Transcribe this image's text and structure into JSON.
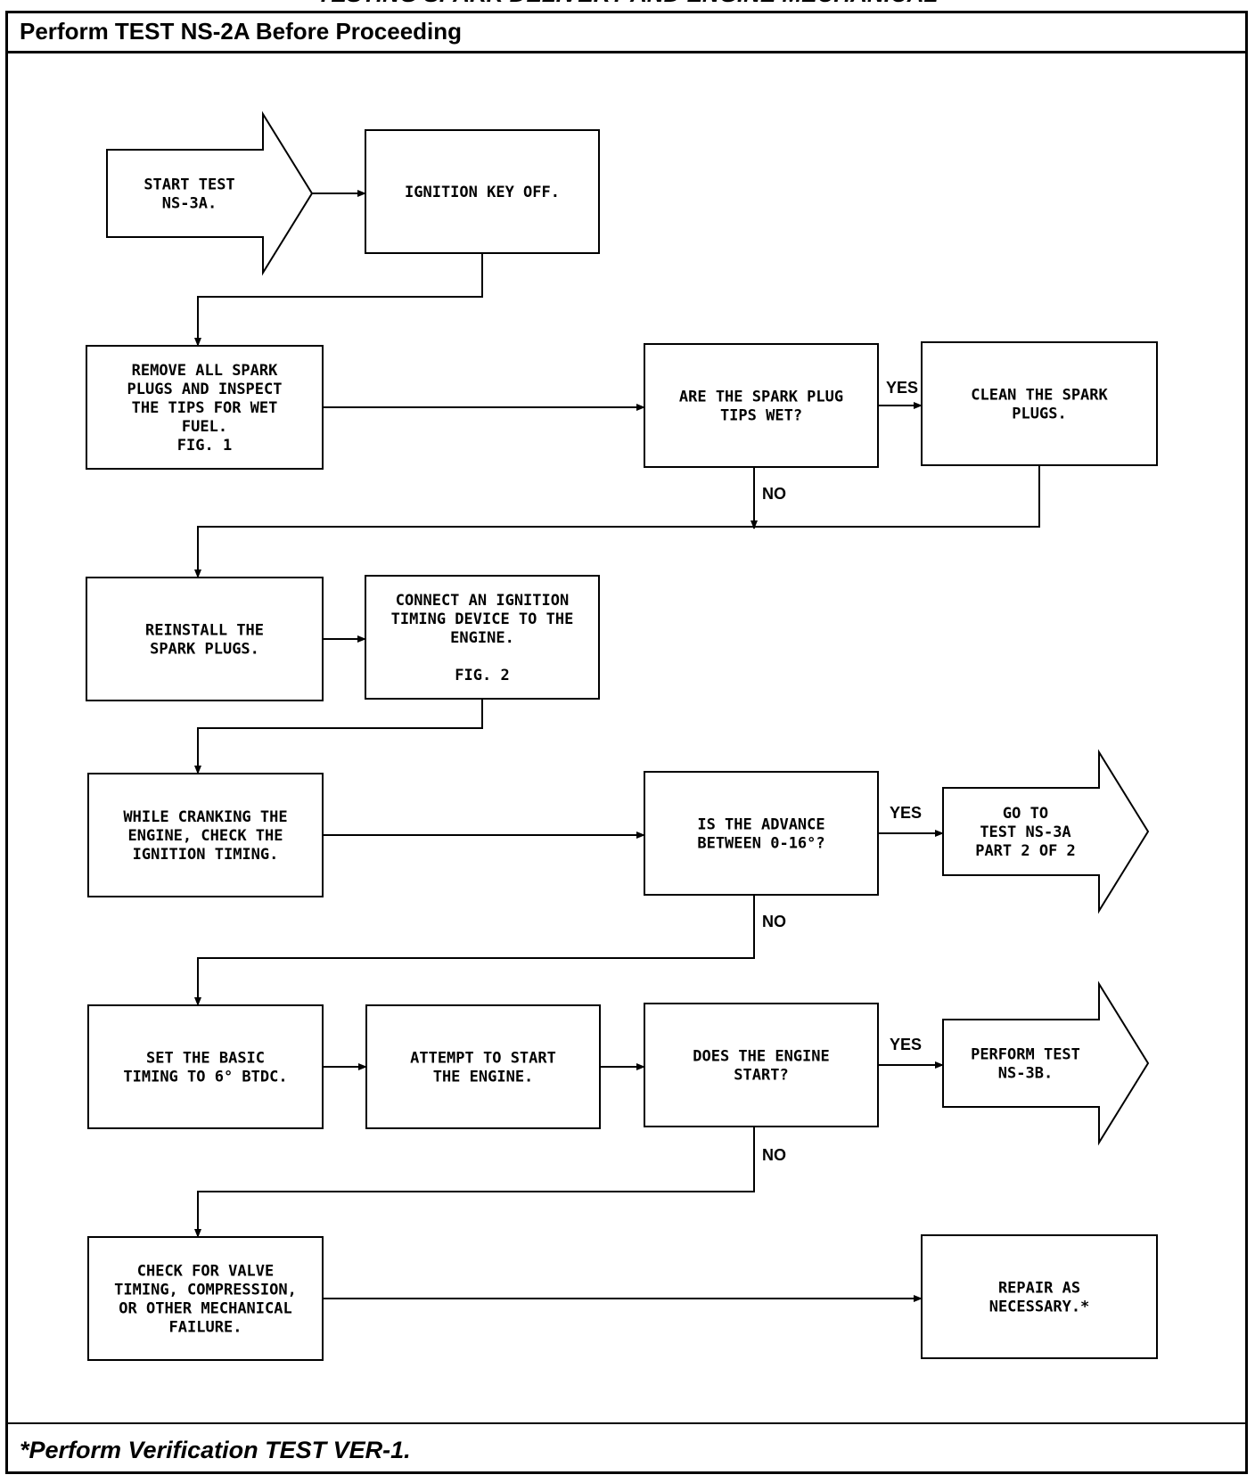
{
  "page": {
    "title": "TESTING SPARK DELIVERY AND ENGINE MECHANICAL",
    "header": "Perform TEST NS-2A Before Proceeding",
    "footer": "*Perform Verification TEST VER-1."
  },
  "flowchart": {
    "nodes": [
      {
        "id": "start",
        "shape": "arrow",
        "lines": [
          "START TEST",
          "NS-3A."
        ]
      },
      {
        "id": "ign_off",
        "shape": "rect",
        "lines": [
          "IGNITION KEY OFF."
        ]
      },
      {
        "id": "remove_plugs",
        "shape": "rect",
        "lines": [
          "REMOVE ALL SPARK",
          "PLUGS AND INSPECT",
          "THE TIPS FOR WET",
          "FUEL.",
          "FIG. 1"
        ]
      },
      {
        "id": "tips_wet",
        "shape": "rect",
        "lines": [
          "ARE THE SPARK PLUG",
          "TIPS WET?"
        ]
      },
      {
        "id": "clean_plugs",
        "shape": "rect",
        "lines": [
          "CLEAN THE SPARK",
          "PLUGS."
        ]
      },
      {
        "id": "reinstall",
        "shape": "rect",
        "lines": [
          "REINSTALL THE",
          "SPARK PLUGS."
        ]
      },
      {
        "id": "connect_timing",
        "shape": "rect",
        "lines": [
          "CONNECT AN IGNITION",
          "TIMING DEVICE TO THE",
          "ENGINE.",
          "",
          "FIG. 2"
        ]
      },
      {
        "id": "cranking_check",
        "shape": "rect",
        "lines": [
          "WHILE CRANKING THE",
          "ENGINE, CHECK THE",
          "IGNITION TIMING."
        ]
      },
      {
        "id": "advance_q",
        "shape": "rect",
        "lines": [
          "IS THE ADVANCE",
          "BETWEEN 0-16°?"
        ]
      },
      {
        "id": "goto_part2",
        "shape": "arrow",
        "lines": [
          "GO TO",
          "TEST NS-3A",
          "PART 2 OF 2"
        ]
      },
      {
        "id": "set_timing",
        "shape": "rect",
        "lines": [
          "SET THE BASIC",
          "TIMING TO 6° BTDC."
        ]
      },
      {
        "id": "attempt_start",
        "shape": "rect",
        "lines": [
          "ATTEMPT TO START",
          "THE ENGINE."
        ]
      },
      {
        "id": "engine_start_q",
        "shape": "rect",
        "lines": [
          "DOES THE ENGINE",
          "START?"
        ]
      },
      {
        "id": "perform_3b",
        "shape": "arrow",
        "lines": [
          "PERFORM TEST",
          "NS-3B."
        ]
      },
      {
        "id": "check_valve",
        "shape": "rect",
        "lines": [
          "CHECK FOR VALVE",
          "TIMING, COMPRESSION,",
          "OR OTHER MECHANICAL",
          "FAILURE."
        ]
      },
      {
        "id": "repair",
        "shape": "rect",
        "lines": [
          "REPAIR AS",
          "NECESSARY.*"
        ]
      }
    ],
    "edge_labels": {
      "tips_yes": "YES",
      "tips_no": "NO",
      "advance_yes": "YES",
      "advance_no": "NO",
      "start_yes": "YES",
      "start_no": "NO"
    }
  }
}
